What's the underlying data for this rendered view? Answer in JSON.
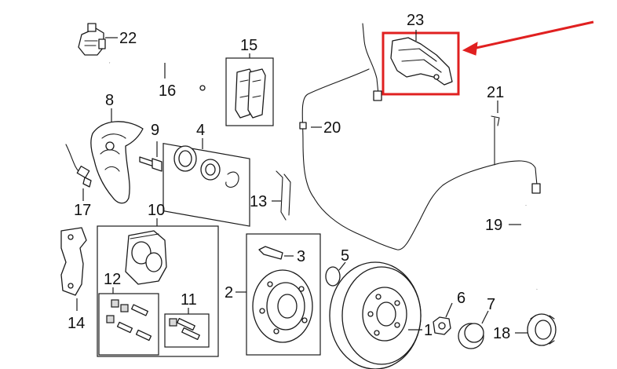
{
  "callouts": {
    "c1": "1",
    "c2": "2",
    "c3": "3",
    "c4": "4",
    "c5": "5",
    "c6": "6",
    "c7": "7",
    "c8": "8",
    "c9": "9",
    "c10": "10",
    "c11": "11",
    "c12": "12",
    "c13": "13",
    "c14": "14",
    "c15": "15",
    "c16": "16",
    "c17": "17",
    "c18": "18",
    "c19": "19",
    "c20": "20",
    "c21": "21",
    "c22": "22",
    "c23": "23"
  },
  "colors": {
    "highlight": "#e02020",
    "line": "#1a1a1a"
  }
}
